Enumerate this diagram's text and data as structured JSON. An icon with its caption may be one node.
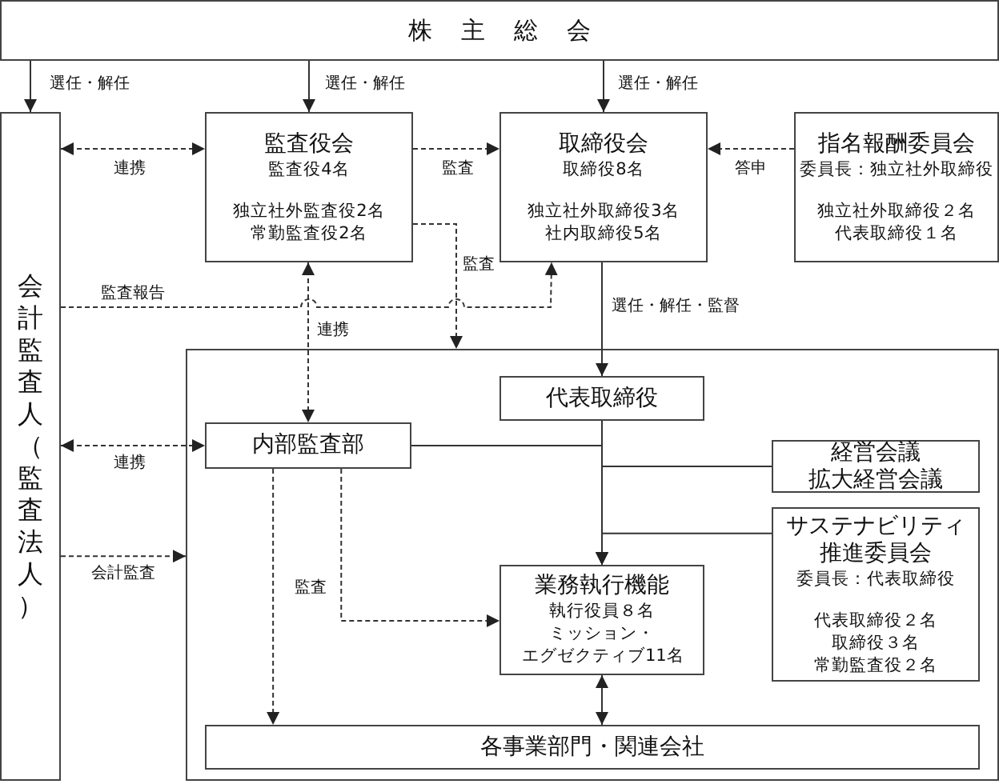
{
  "diagram": {
    "nodes": [
      {
        "text": [
          "株主総会"
        ]
      },
      {
        "text": [
          "会計監査人（監査法人）"
        ]
      },
      {
        "text": [
          "監査役会",
          "監査役4名",
          "独立社外監査役2名",
          "常勤監査役2名"
        ]
      },
      {
        "text": [
          "取締役会",
          "取締役8名",
          "独立社外取締役3名",
          "社内取締役5名"
        ]
      },
      {
        "text": [
          "指名報酬委員会",
          "委員長：独立社外取締役",
          "独立社外取締役２名",
          "代表取締役１名"
        ]
      },
      {
        "text": [],
        "shape": "box"
      },
      {
        "text": [
          "代表取締役"
        ],
        "in": 5
      },
      {
        "text": [
          "内部監査部"
        ],
        "in": 5
      },
      {
        "text": [
          "経営会議",
          "拡大経営会議"
        ],
        "in": 5
      },
      {
        "text": [
          "サステナビリティ推進委員会",
          "委員長：代表取締役",
          "代表取締役２名",
          "取締役３名",
          "常勤監査役２名"
        ],
        "in": 5
      },
      {
        "text": [
          "業務執行機能",
          "執行役員８名",
          "ミッション・エグゼクティブ11名"
        ],
        "in": 5
      },
      {
        "text": [
          "各事業部門・関連会社"
        ],
        "in": 5
      }
    ],
    "edges": [
      {
        "from": 0,
        "to": 1,
        "arrow": "to",
        "label": "選任・解任"
      },
      {
        "from": 0,
        "to": 2,
        "arrow": "to",
        "label": "選任・解任"
      },
      {
        "from": 0,
        "to": 3,
        "arrow": "to",
        "label": "選任・解任"
      },
      {
        "from": 1,
        "to": 2,
        "arrow": "both",
        "label": "連携",
        "style": "dashed"
      },
      {
        "from": 2,
        "to": 3,
        "arrow": "to",
        "label": "監査",
        "style": "dashed"
      },
      {
        "from": 4,
        "to": 3,
        "arrow": "to",
        "label": "答申",
        "style": "dashed"
      },
      {
        "from": 3,
        "to": 6,
        "arrow": "to",
        "label": "選任・解任・監督"
      },
      {
        "from": 1,
        "to": 3,
        "arrow": "to",
        "label": "監査報告",
        "style": "dashed"
      },
      {
        "from": 2,
        "to": 7,
        "arrow": "both",
        "label": "連携",
        "style": "dashed"
      },
      {
        "from": 2,
        "to": 5,
        "arrow": "to",
        "label": "監査",
        "style": "dashed"
      },
      {
        "from": 1,
        "to": 7,
        "arrow": "both",
        "label": "連携",
        "style": "dashed"
      },
      {
        "from": 1,
        "to": 5,
        "arrow": "to",
        "label": "会計監査",
        "style": "dashed"
      },
      {
        "from": 7,
        "to": 11,
        "arrow": "to",
        "label": "監査",
        "style": "dashed"
      },
      {
        "from": 7,
        "to": 10,
        "arrow": "to",
        "style": "dashed"
      },
      {
        "from": 6,
        "to": 10,
        "arrow": "to"
      },
      {
        "from": 7,
        "to": 10,
        "arrow": "to"
      },
      {
        "from": 8,
        "to": 10,
        "arrow": "to"
      },
      {
        "from": 9,
        "to": 10,
        "arrow": "to"
      },
      {
        "from": 10,
        "to": 11,
        "arrow": "both"
      }
    ]
  }
}
